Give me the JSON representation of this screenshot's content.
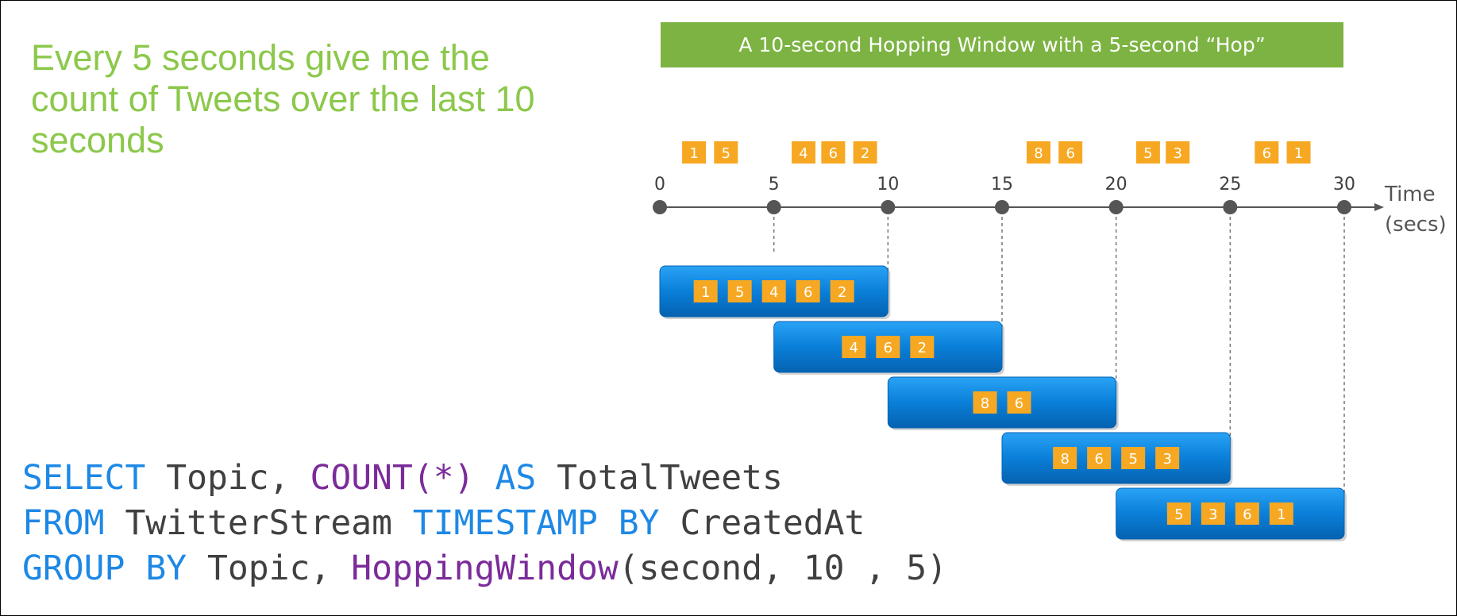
{
  "headline": "Every 5 seconds give me the count of Tweets over the last 10 seconds",
  "banner_title": "A 10-second Hopping Window with a 5-second “Hop”",
  "colors": {
    "green_text": "#8cc84b",
    "banner_green": "#7cb342",
    "tweet_orange": "#f7a823",
    "window_blue": "#0a7fd9",
    "keyword_blue": "#1e88e5",
    "function_purple": "#7b2b9a",
    "axis_gray": "#555555"
  },
  "timeline": {
    "axis_label_line1": "Time",
    "axis_label_line2": "(secs)",
    "ticks": [
      0,
      5,
      10,
      15,
      20,
      25,
      30
    ]
  },
  "tweets": [
    {
      "value": "1",
      "t": 1.5
    },
    {
      "value": "5",
      "t": 2.9
    },
    {
      "value": "4",
      "t": 6.3
    },
    {
      "value": "6",
      "t": 7.6
    },
    {
      "value": "2",
      "t": 9.0
    },
    {
      "value": "8",
      "t": 16.6
    },
    {
      "value": "6",
      "t": 18.0
    },
    {
      "value": "5",
      "t": 21.4
    },
    {
      "value": "3",
      "t": 22.7
    },
    {
      "value": "6",
      "t": 26.6
    },
    {
      "value": "1",
      "t": 28.0
    }
  ],
  "windows": [
    {
      "start": 0,
      "end": 10,
      "tweets": [
        "1",
        "5",
        "4",
        "6",
        "2"
      ]
    },
    {
      "start": 5,
      "end": 15,
      "tweets": [
        "4",
        "6",
        "2"
      ]
    },
    {
      "start": 10,
      "end": 20,
      "tweets": [
        "8",
        "6"
      ]
    },
    {
      "start": 15,
      "end": 25,
      "tweets": [
        "8",
        "6",
        "5",
        "3"
      ]
    },
    {
      "start": 20,
      "end": 30,
      "tweets": [
        "5",
        "3",
        "6",
        "1"
      ]
    }
  ],
  "query": {
    "line1": {
      "kw1": "SELECT",
      "t1": " Topic, ",
      "fn1": "COUNT(*)",
      "t2": " ",
      "kw2": "AS",
      "t3": " TotalTweets"
    },
    "line2": {
      "kw1": "FROM",
      "t1": " TwitterStream ",
      "kw2": "TIMESTAMP BY",
      "t2": " CreatedAt"
    },
    "line3": {
      "kw1": "GROUP BY",
      "t1": " Topic, ",
      "fn1": "HoppingWindow",
      "t2": "(second, 10 , 5)"
    }
  }
}
